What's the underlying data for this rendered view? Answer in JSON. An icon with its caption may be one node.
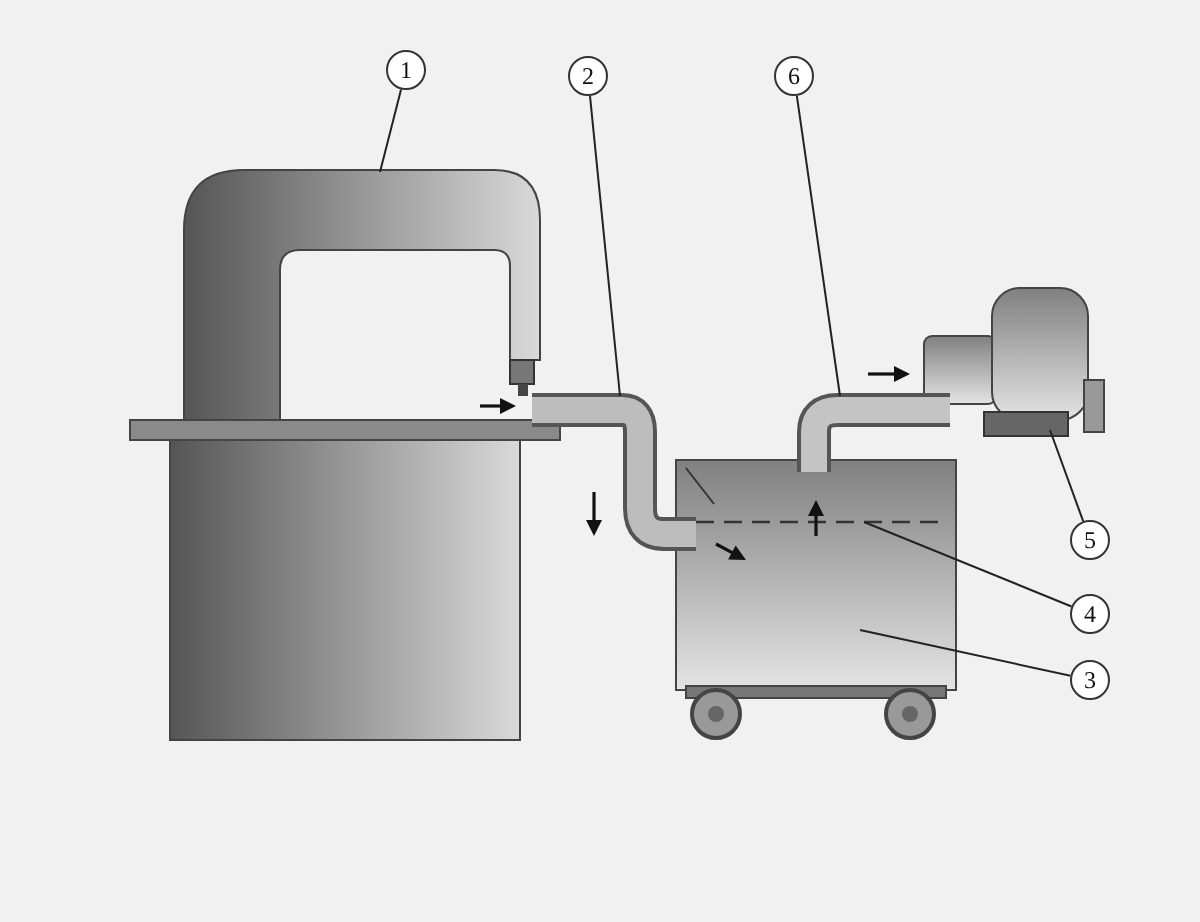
{
  "diagram": {
    "nodes": [
      {
        "text": [
          "1"
        ]
      },
      {
        "text": [
          "2"
        ]
      },
      {
        "text": [
          "6"
        ]
      },
      {
        "text": [
          "5"
        ]
      },
      {
        "text": [
          "4"
        ]
      },
      {
        "text": [
          "3"
        ]
      },
      {
        "text": [],
        "shape": "picture"
      },
      {
        "text": [],
        "shape": "picture"
      },
      {
        "text": [],
        "shape": "picture"
      },
      {
        "text": [],
        "shape": "picture"
      },
      {
        "text": [],
        "shape": "picture"
      },
      {
        "text": [],
        "shape": "picture",
        "in": 10
      }
    ],
    "edges": [
      {
        "from": 0,
        "to": 6,
        "arrow": "none"
      },
      {
        "from": 1,
        "to": 7,
        "arrow": "none"
      },
      {
        "from": 2,
        "to": 8,
        "arrow": "none"
      },
      {
        "from": 3,
        "to": 9,
        "arrow": "none"
      },
      {
        "from": 4,
        "to": 11,
        "arrow": "none"
      },
      {
        "from": 5,
        "to": 10,
        "arrow": "none"
      }
    ]
  }
}
